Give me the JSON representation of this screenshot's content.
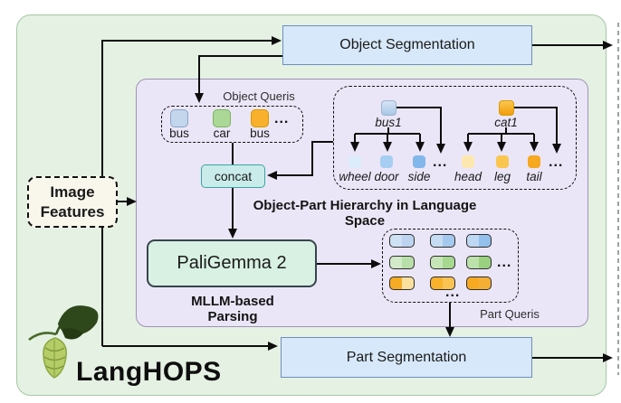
{
  "top_box": {
    "label": "Object Segmentation"
  },
  "bottom_box": {
    "label": "Part Segmentation"
  },
  "image_features": {
    "line1": "Image",
    "line2": "Features"
  },
  "brand": {
    "name": "LangHOPS"
  },
  "module": {
    "object_queries": {
      "title": "Object Queris",
      "items": [
        {
          "label": "bus",
          "color": "#c3d6ec"
        },
        {
          "label": "car",
          "color": "#abd896"
        },
        {
          "label": "bus",
          "color": "#f9b02c"
        }
      ],
      "ellipsis": "..."
    },
    "concat_label": "concat",
    "hierarchy": {
      "title": "Object-Part Hierarchy in Language Space",
      "trees": [
        {
          "root": "bus1",
          "root_color": "#a9c7e9",
          "children": [
            "wheel",
            "door",
            "side"
          ],
          "children_colors": [
            "#dcecfb",
            "#a6cef3",
            "#82b7ec"
          ],
          "ellipsis": "..."
        },
        {
          "root": "cat1",
          "root_color": "#f6a820",
          "children": [
            "head",
            "leg",
            "tail"
          ],
          "children_colors": [
            "#fce8ae",
            "#fbc64f",
            "#f6a820"
          ],
          "ellipsis": "..."
        }
      ]
    },
    "mllm": {
      "model": "PaliGemma 2",
      "caption": "MLLM-based Parsing"
    },
    "part_queries": {
      "title": "Part Queris",
      "ellipsis_right": "...",
      "ellipsis_bottom": "...",
      "pill_colors": [
        [
          "#cfe1f4",
          "#bcd4ef"
        ],
        [
          "#c6dcf3",
          "#a5c8ee"
        ],
        [
          "#bed7f2",
          "#93c0ec"
        ],
        [
          "#d2eac8",
          "#b8dfa9"
        ],
        [
          "#c6e5b7",
          "#a6d890"
        ],
        [
          "#bce1ab",
          "#9ad180"
        ],
        [
          "#f6ab25",
          "#fbdf9e"
        ],
        [
          "#f8b22b",
          "#f9c353"
        ],
        [
          "#f7a922",
          "#f4b034"
        ]
      ]
    }
  },
  "colors": {
    "outer_bg": "#e5f1e3",
    "module_bg": "#ebe6f7",
    "seg_box_bg": "#d7e8fa",
    "seg_box_border": "#6c8ebf",
    "concat_bg": "#c9ecea",
    "model_bg": "#d8f1e3",
    "image_features_bg": "#f9f6ec",
    "arrow": "#0d0d0d"
  }
}
